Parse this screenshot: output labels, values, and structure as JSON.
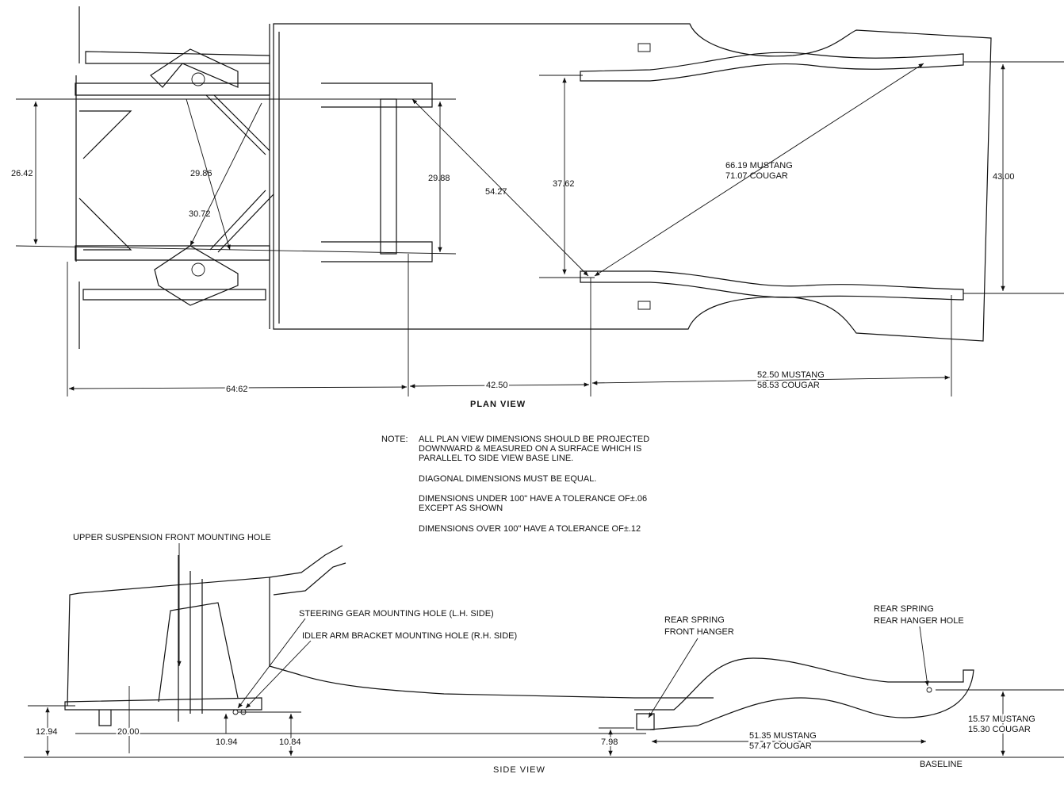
{
  "plan_view": {
    "title": "PLAN VIEW",
    "dimensions": {
      "front_width": "26.42",
      "front_diag_1": "29.86",
      "front_diag_2": "30.72",
      "mid_width": "29.88",
      "mid_diag": "54.27",
      "rear_front_width": "37.62",
      "rear_diag_line1": "66.19 MUSTANG",
      "rear_diag_line2": "71.07 COUGAR",
      "rear_width": "43.00",
      "front_length": "64.62",
      "mid_length": "42.50",
      "rear_length_line1": "52.50 MUSTANG",
      "rear_length_line2": "58.53 COUGAR"
    }
  },
  "notes": {
    "label": "NOTE:",
    "lines": [
      "ALL PLAN VIEW DIMENSIONS SHOULD BE PROJECTED",
      "DOWNWARD & MEASURED ON A SURFACE WHICH IS",
      "PARALLEL TO SIDE VIEW BASE LINE.",
      "DIAGONAL DIMENSIONS MUST BE EQUAL.",
      "DIMENSIONS UNDER 100\" HAVE A TOLERANCE OF±.06",
      "EXCEPT AS SHOWN",
      "DIMENSIONS OVER 100\" HAVE A TOLERANCE OF±.12"
    ]
  },
  "side_view": {
    "title": "SIDE VIEW",
    "baseline_label": "BASELINE",
    "callouts": {
      "upper_suspension": "UPPER SUSPENSION FRONT MOUNTING HOLE",
      "steering_gear": "STEERING GEAR MOUNTING HOLE (L.H. SIDE)",
      "idler_arm": "IDLER ARM BRACKET MOUNTING HOLE (R.H. SIDE)",
      "rear_spring_front_1": "REAR SPRING",
      "rear_spring_front_2": "FRONT HANGER",
      "rear_spring_rear_1": "REAR SPRING",
      "rear_spring_rear_2": "REAR HANGER HOLE"
    },
    "dimensions": {
      "h1": "12.94",
      "h2": "20.00",
      "h3": "10.94",
      "h4": "10.84",
      "h5": "7.98",
      "len_line1": "51.35 MUSTANG",
      "len_line2": "57.47 COUGAR",
      "rear_h_line1": "15.57 MUSTANG",
      "rear_h_line2": "15.30 COUGAR"
    }
  }
}
